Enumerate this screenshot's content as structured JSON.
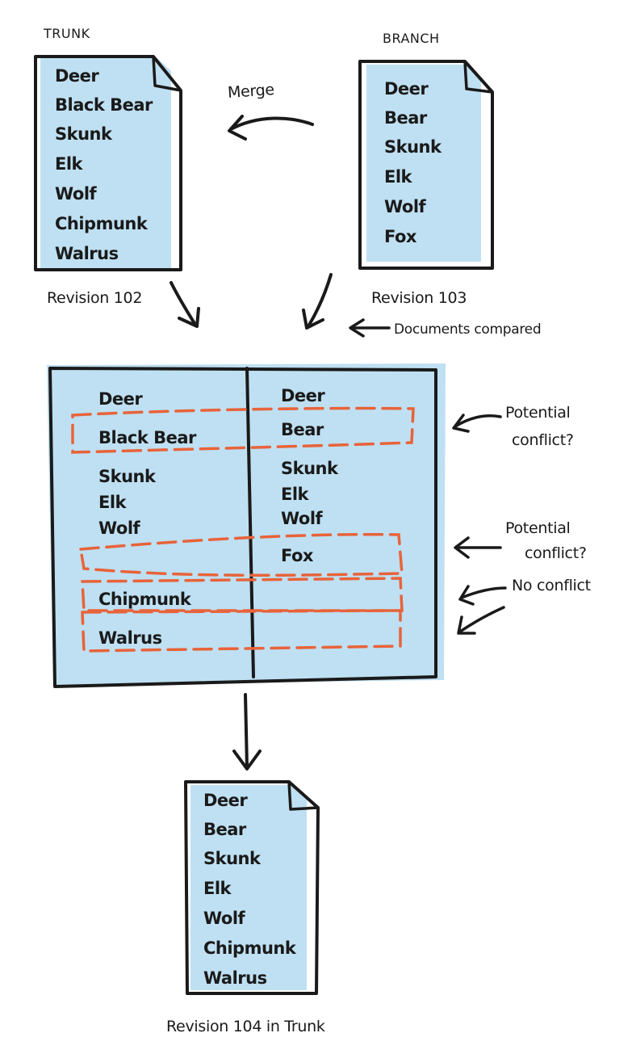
{
  "trunk": {
    "label": "TRUNK",
    "lines": [
      "Deer",
      "Black Bear",
      "Skunk",
      "Elk",
      "Wolf",
      "Chipmunk",
      "Walrus"
    ],
    "revision": "Revision 102"
  },
  "branch": {
    "label": "BRANCH",
    "lines": [
      "Deer",
      "Bear",
      "Skunk",
      "Elk",
      "Wolf",
      "Fox"
    ],
    "revision": "Revision 103"
  },
  "merge_label": "Merge",
  "documents_compared": "Documents compared",
  "comparison": {
    "left": [
      "Deer",
      "Black Bear",
      "Skunk",
      "Elk",
      "Wolf",
      "Chipmunk",
      "Walrus"
    ],
    "right": [
      "Deer",
      "Bear",
      "Skunk",
      "Elk",
      "Wolf",
      "Fox"
    ]
  },
  "notes": {
    "conflict1_line1": "Potential",
    "conflict1_line2": "conflict?",
    "conflict2_line1": "Potential",
    "conflict2_line2": "conflict?",
    "no_conflict": "No conflict"
  },
  "result": {
    "lines": [
      "Deer",
      "Bear",
      "Skunk",
      "Elk",
      "Wolf",
      "Chipmunk",
      "Walrus"
    ],
    "revision": "Revision 104 in Trunk"
  },
  "colors": {
    "paper": "#bfe0f2",
    "ink": "#1a1a1a",
    "conflict": "#e8633a"
  }
}
